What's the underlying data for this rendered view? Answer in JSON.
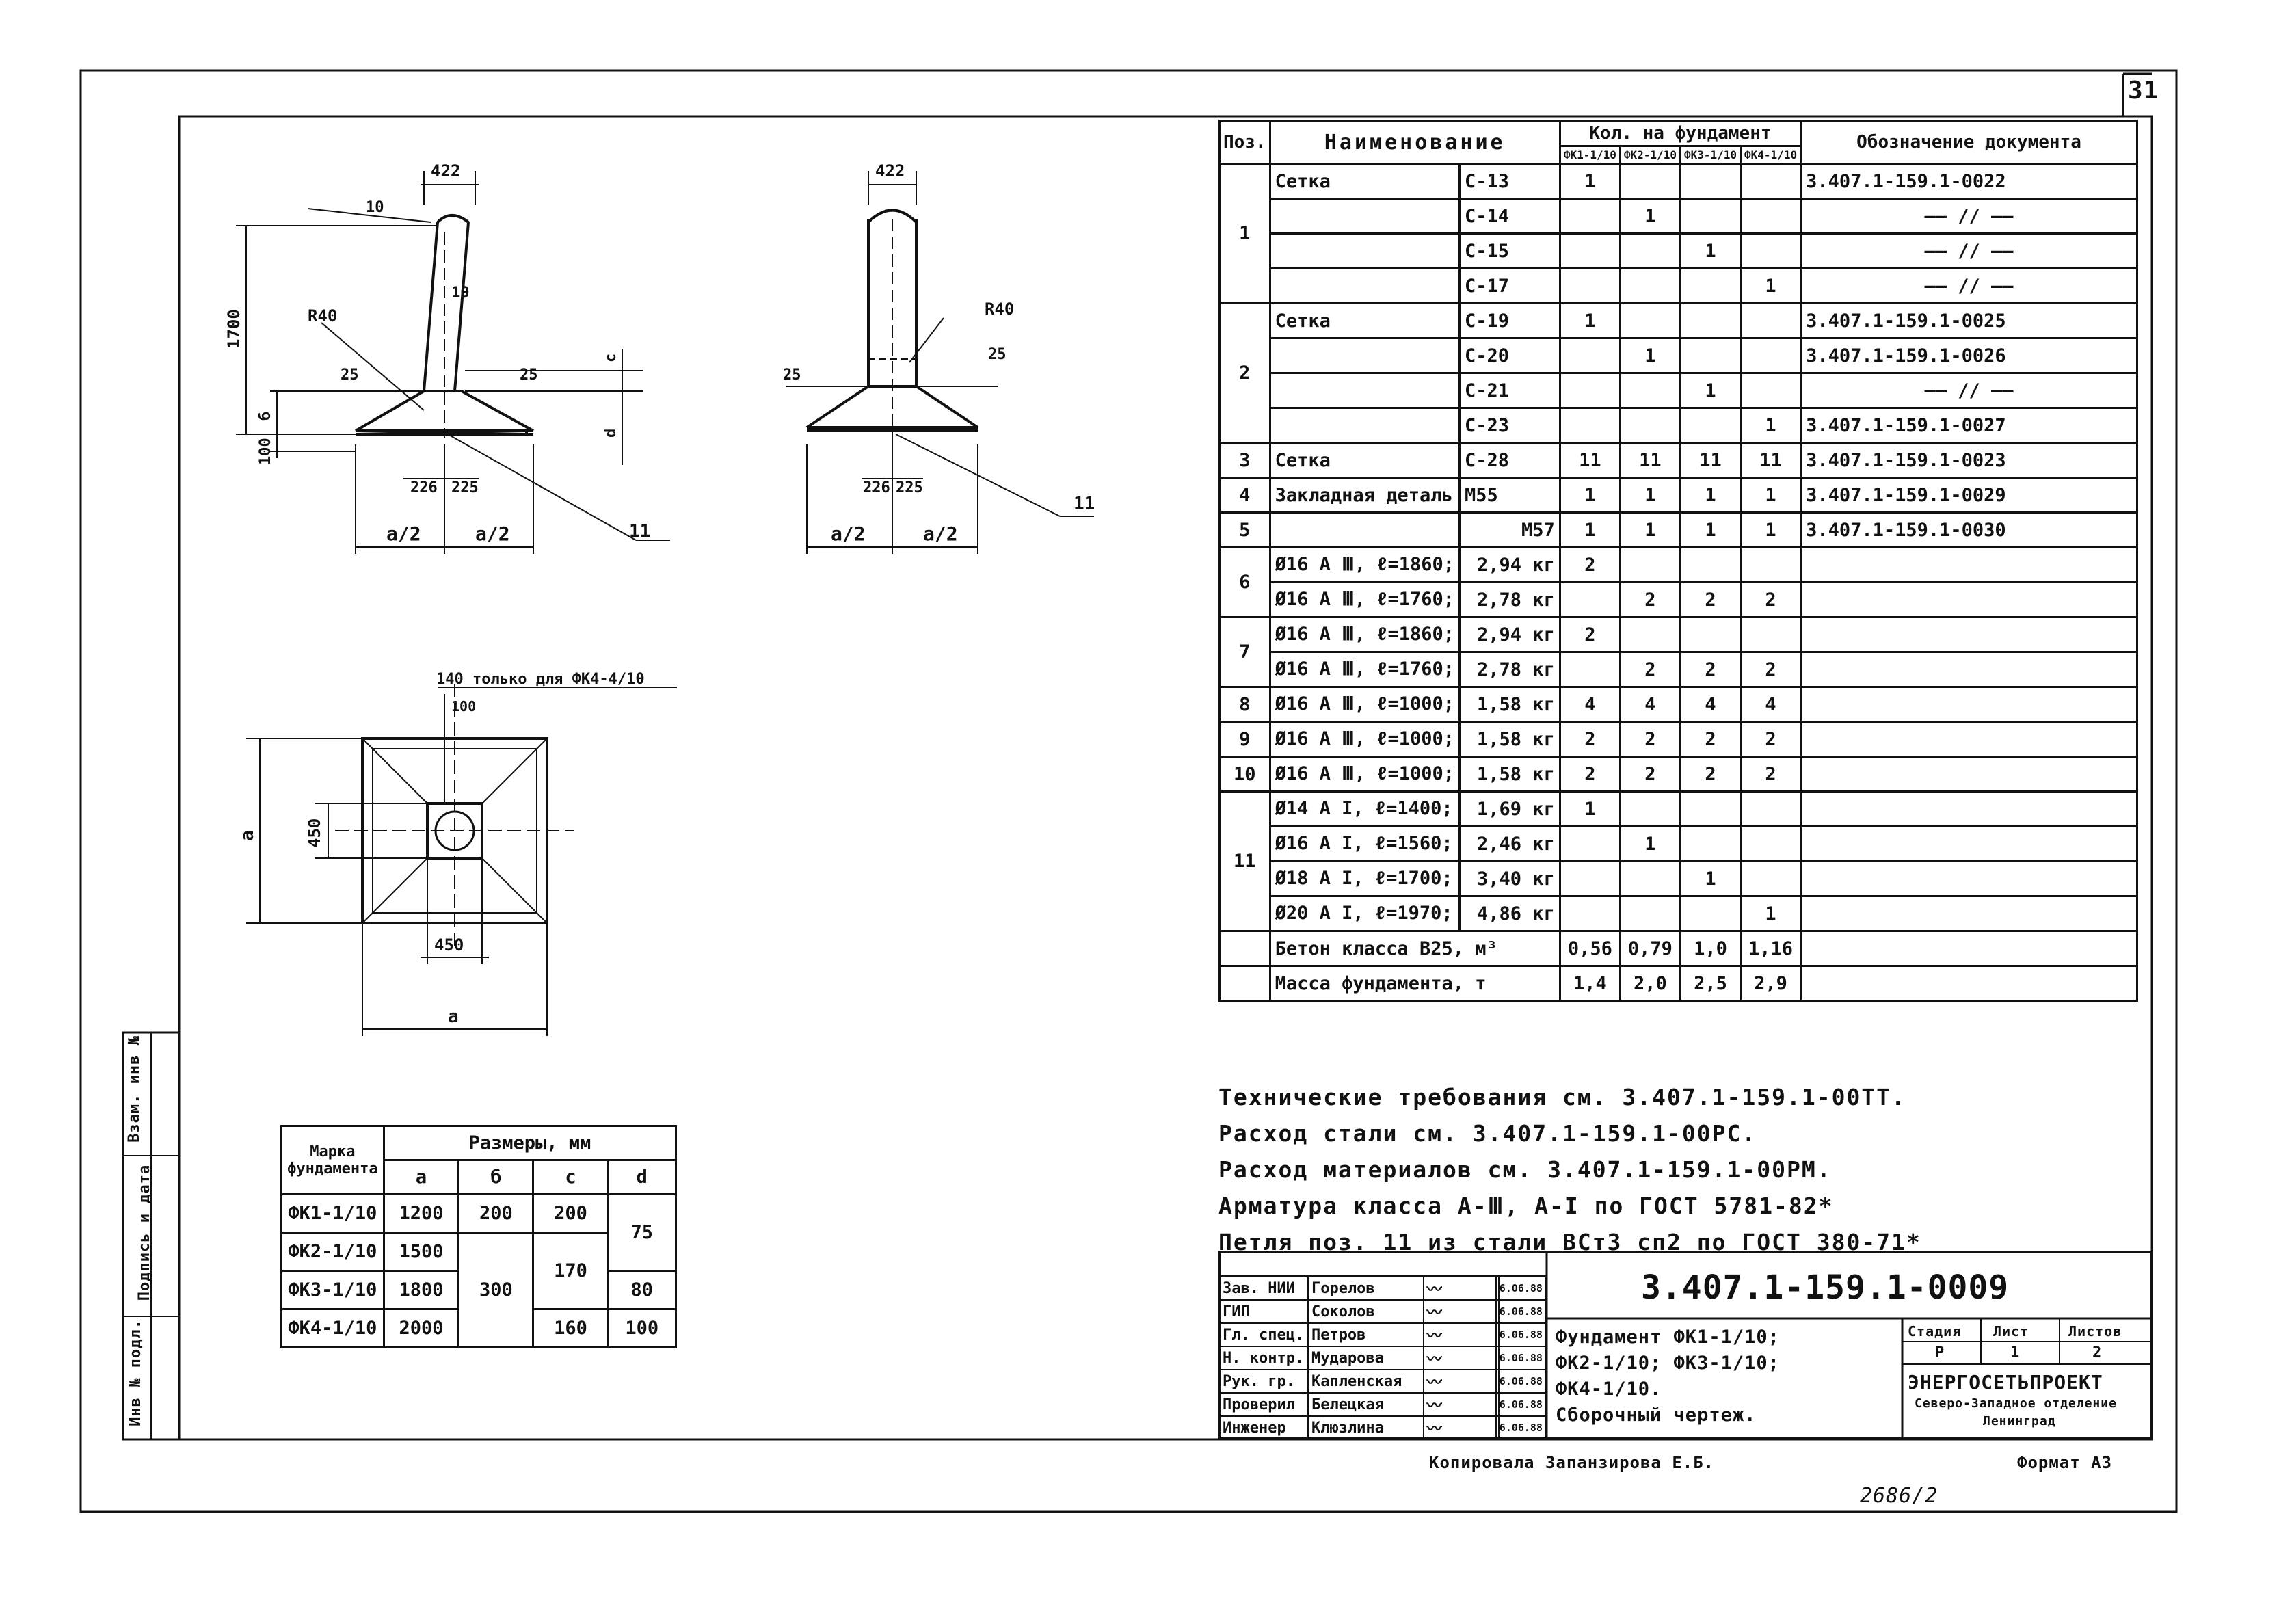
{
  "sheet_number": "31",
  "drawings": {
    "front": {
      "dim_422": "422",
      "dim_1700": "1700",
      "dim_10_top": "10",
      "dim_10_mid": "10",
      "r40": "R40",
      "dim_25a": "25",
      "dim_25b": "25",
      "dim_b": "б",
      "dim_c": "с",
      "dim_100": "100",
      "dim_d": "d",
      "dim_226": "226",
      "dim_225": "225",
      "a_half_l": "a/2",
      "a_half_r": "a/2",
      "pos_11": "11"
    },
    "side": {
      "dim_422": "422",
      "r40": "R40",
      "dim_25a": "25",
      "dim_25b": "25",
      "dim_226": "226",
      "dim_225": "225",
      "a_half_l": "a/2",
      "a_half_r": "a/2",
      "pos_11": "11"
    },
    "plan": {
      "note": "140 только для ФК4-4/10",
      "dim_100": "100",
      "dim_a_v": "a",
      "dim_450_v": "450",
      "dim_450_h": "450",
      "dim_a_h": "a"
    }
  },
  "spec_table": {
    "headers": {
      "pos": "Поз.",
      "name": "Наименование",
      "qty": "Кол. на фундамент",
      "doc": "Обозначение документа",
      "marks": [
        "ФК1-1/10",
        "ФК2-1/10",
        "ФК3-1/10",
        "ФК4-1/10"
      ]
    },
    "rows": [
      {
        "pos": "1",
        "name": "Сетка",
        "mark": "С-13",
        "q": [
          "1",
          "",
          "",
          ""
        ],
        "doc": "3.407.1-159.1-0022"
      },
      {
        "pos": "",
        "name": "",
        "mark": "С-14",
        "q": [
          "",
          "1",
          "",
          ""
        ],
        "doc": "—— // ——"
      },
      {
        "pos": "",
        "name": "",
        "mark": "С-15",
        "q": [
          "",
          "",
          "1",
          ""
        ],
        "doc": "—— // ——"
      },
      {
        "pos": "",
        "name": "",
        "mark": "С-17",
        "q": [
          "",
          "",
          "",
          "1"
        ],
        "doc": "—— // ——"
      },
      {
        "pos": "2",
        "name": "Сетка",
        "mark": "С-19",
        "q": [
          "1",
          "",
          "",
          ""
        ],
        "doc": "3.407.1-159.1-0025"
      },
      {
        "pos": "",
        "name": "",
        "mark": "С-20",
        "q": [
          "",
          "1",
          "",
          ""
        ],
        "doc": "3.407.1-159.1-0026"
      },
      {
        "pos": "",
        "name": "",
        "mark": "С-21",
        "q": [
          "",
          "",
          "1",
          ""
        ],
        "doc": "—— // ——"
      },
      {
        "pos": "",
        "name": "",
        "mark": "С-23",
        "q": [
          "",
          "",
          "",
          "1"
        ],
        "doc": "3.407.1-159.1-0027"
      },
      {
        "pos": "3",
        "name": "Сетка",
        "mark": "С-28",
        "q": [
          "11",
          "11",
          "11",
          "11"
        ],
        "doc": "3.407.1-159.1-0023"
      },
      {
        "pos": "4",
        "name": "Закладная деталь",
        "mark": "М55",
        "q": [
          "1",
          "1",
          "1",
          "1"
        ],
        "doc": "3.407.1-159.1-0029"
      },
      {
        "pos": "5",
        "name": "",
        "mark": "М57",
        "q": [
          "1",
          "1",
          "1",
          "1"
        ],
        "doc": "3.407.1-159.1-0030"
      },
      {
        "pos": "6",
        "name": "Ø16 А Ⅲ,  ℓ=1860;",
        "mark": "2,94 кг",
        "q": [
          "2",
          "",
          "",
          ""
        ],
        "doc": ""
      },
      {
        "pos": "",
        "name": "Ø16 А Ⅲ,  ℓ=1760;",
        "mark": "2,78 кг",
        "q": [
          "",
          "2",
          "2",
          "2"
        ],
        "doc": ""
      },
      {
        "pos": "7",
        "name": "Ø16 А Ⅲ,  ℓ=1860;",
        "mark": "2,94 кг",
        "q": [
          "2",
          "",
          "",
          ""
        ],
        "doc": ""
      },
      {
        "pos": "",
        "name": "Ø16 А Ⅲ,  ℓ=1760;",
        "mark": "2,78 кг",
        "q": [
          "",
          "2",
          "2",
          "2"
        ],
        "doc": ""
      },
      {
        "pos": "8",
        "name": "Ø16 А Ⅲ,  ℓ=1000;",
        "mark": "1,58 кг",
        "q": [
          "4",
          "4",
          "4",
          "4"
        ],
        "doc": ""
      },
      {
        "pos": "9",
        "name": "Ø16 А Ⅲ,  ℓ=1000;",
        "mark": "1,58 кг",
        "q": [
          "2",
          "2",
          "2",
          "2"
        ],
        "doc": ""
      },
      {
        "pos": "10",
        "name": "Ø16 А Ⅲ,  ℓ=1000;",
        "mark": "1,58 кг",
        "q": [
          "2",
          "2",
          "2",
          "2"
        ],
        "doc": ""
      },
      {
        "pos": "11",
        "name": "Ø14 А I,  ℓ=1400;",
        "mark": "1,69 кг",
        "q": [
          "1",
          "",
          "",
          ""
        ],
        "doc": ""
      },
      {
        "pos": "",
        "name": "Ø16 А I,  ℓ=1560;",
        "mark": "2,46 кг",
        "q": [
          "",
          "1",
          "",
          ""
        ],
        "doc": ""
      },
      {
        "pos": "",
        "name": "Ø18 А I,  ℓ=1700;",
        "mark": "3,40 кг",
        "q": [
          "",
          "",
          "1",
          ""
        ],
        "doc": ""
      },
      {
        "pos": "",
        "name": "Ø20 А I,  ℓ=1970;",
        "mark": "4,86 кг",
        "q": [
          "",
          "",
          "",
          "1"
        ],
        "doc": ""
      },
      {
        "pos": "",
        "name": "Бетон класса В25, м³",
        "mark": "",
        "q": [
          "0,56",
          "0,79",
          "1,0",
          "1,16"
        ],
        "doc": ""
      },
      {
        "pos": "",
        "name": "Масса фундамента, т",
        "mark": "",
        "q": [
          "1,4",
          "2,0",
          "2,5",
          "2,9"
        ],
        "doc": ""
      }
    ]
  },
  "notes": [
    "Технические требования см. 3.407.1-159.1-00ТТ.",
    "Расход стали см. 3.407.1-159.1-00РС.",
    "Расход материалов см. 3.407.1-159.1-00РМ.",
    "Арматура класса А-Ⅲ, А-I по ГОСТ 5781-82*",
    "Петля поз. 11 из стали ВСт3 сп2 по ГОСТ 380-71*"
  ],
  "sizes_table": {
    "h_mark": "Марка фундамента",
    "h_sizes": "Размеры, мм",
    "cols": [
      "a",
      "б",
      "с",
      "d"
    ],
    "rows": [
      {
        "mark": "ФК1-1/10",
        "a": "1200",
        "b": "200",
        "c": "200",
        "d": "75"
      },
      {
        "mark": "ФК2-1/10",
        "a": "1500",
        "b": "300",
        "c": "170",
        "d": ""
      },
      {
        "mark": "ФК3-1/10",
        "a": "1800",
        "b": "",
        "c": "",
        "d": "80"
      },
      {
        "mark": "ФК4-1/10",
        "a": "2000",
        "b": "",
        "c": "160",
        "d": "100"
      }
    ]
  },
  "side_stamp": [
    "Взам. инв №",
    "Подпись и дата",
    "Инв № подл."
  ],
  "title_block": {
    "doc_code": "3.407.1-159.1-0009",
    "people": [
      {
        "role": "Зав. НИИ",
        "name": "Горелов",
        "date": "6.06.88"
      },
      {
        "role": "ГИП",
        "name": "Соколов",
        "date": "6.06.88"
      },
      {
        "role": "Гл. спец.",
        "name": "Петров",
        "date": "6.06.88"
      },
      {
        "role": "Н. контр.",
        "name": "Мударова",
        "date": "6.06.88"
      },
      {
        "role": "Рук. гр.",
        "name": "Капленская",
        "date": "6.06.88"
      },
      {
        "role": "Проверил",
        "name": "Белецкая",
        "date": "6.06.88"
      },
      {
        "role": "Инженер",
        "name": "Клюзлина",
        "date": "6.06.88"
      }
    ],
    "title_lines": [
      "Фундамент ФК1-1/10;",
      "ФК2-1/10; ФК3-1/10;",
      "ФК4-1/10.",
      "Сборочный чертеж."
    ],
    "stage_h": "Стадия",
    "sheet_h": "Лист",
    "sheets_h": "Листов",
    "stage": "Р",
    "sheet": "1",
    "sheets": "2",
    "org": "ЭНЕРГОСЕТЬПРОЕКТ",
    "org_sub1": "Северо-Западное отделение",
    "org_sub2": "Ленинград"
  },
  "copied_by": "Копировала Запанзирова Е.Б.",
  "format": "Формат А3",
  "archive_no": "2686/2"
}
